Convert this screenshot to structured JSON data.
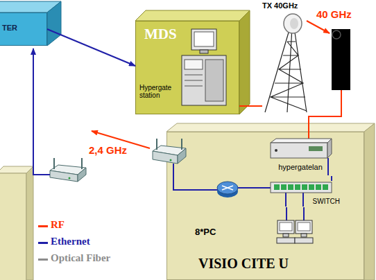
{
  "diagram": {
    "nodes": [
      {
        "text": [
          "TER"
        ]
      },
      {
        "text": [
          "TX 40GHz"
        ]
      },
      {
        "text": [
          "MDS",
          "Hypergate station"
        ]
      },
      {
        "text": [
          "VISIO CITE U"
        ]
      },
      {
        "text": [
          "hypergatelan"
        ],
        "in": 3
      },
      {
        "text": [
          "SWITCH"
        ],
        "in": 3
      },
      {
        "text": [
          "8*PC"
        ],
        "in": 3
      }
    ],
    "edges": [
      {
        "from": 0,
        "to": 2,
        "arrow": "to"
      },
      {
        "from": 2,
        "to": 1,
        "arrow": "none"
      },
      {
        "from": 4,
        "to": 5,
        "arrow": "none"
      },
      {
        "from": 5,
        "to": 6,
        "arrow": "none"
      }
    ],
    "labels": [
      "40 GHz",
      "2,4 GHz"
    ],
    "legend": [
      {
        "text": "RF",
        "color": "#ff3300"
      },
      {
        "text": "Ethernet",
        "color": "#1f1fa8"
      },
      {
        "text": "Optical Fiber",
        "color": "#8c8c8c"
      }
    ]
  }
}
